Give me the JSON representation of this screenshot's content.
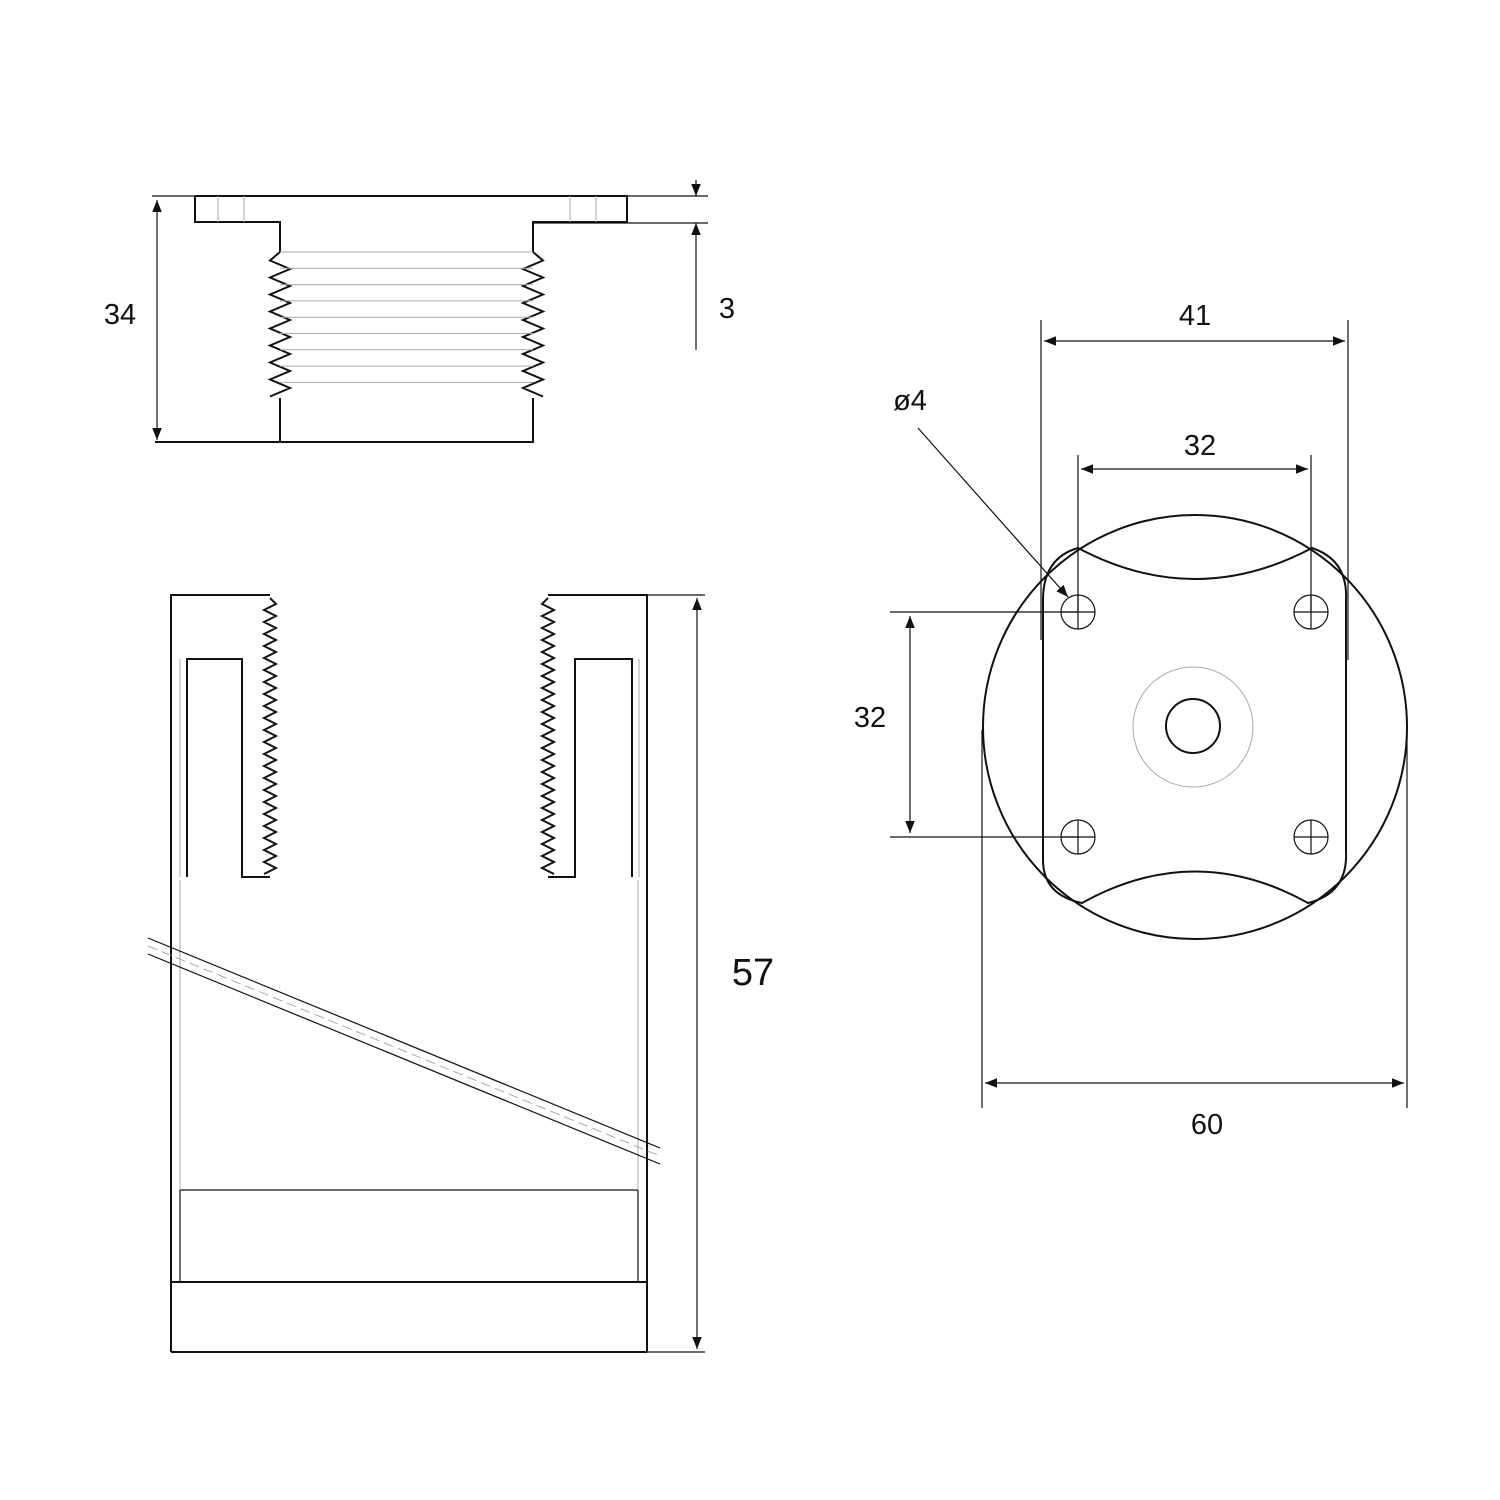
{
  "top_view": {
    "height_label": "34",
    "flange_label": "3"
  },
  "side_view": {
    "height_label": "57"
  },
  "plan_view": {
    "outer_spacing_label": "41",
    "hole_label": "ø4",
    "inner_spacing_h_label": "32",
    "inner_spacing_v_label": "32",
    "diameter_label": "60"
  }
}
